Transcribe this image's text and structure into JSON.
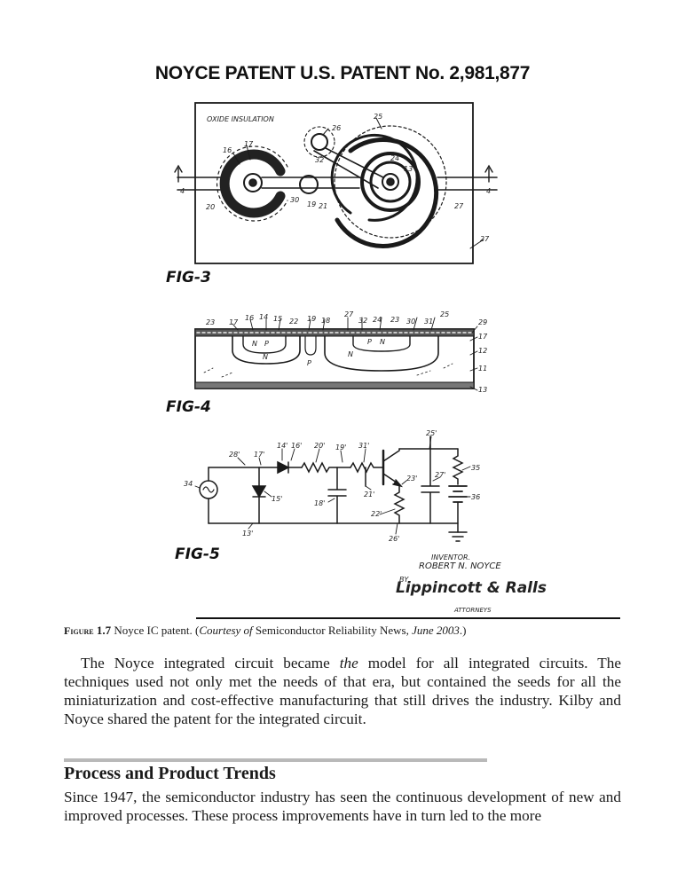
{
  "figure": {
    "title": "NOYCE PATENT U.S. PATENT No. 2,981,877",
    "fig3": {
      "label": "FIG-3",
      "annotation": "OXIDE INSULATION",
      "refs": [
        "16",
        "17",
        "26",
        "25",
        "32",
        "24",
        "13",
        "20",
        "30",
        "19",
        "21",
        "27",
        "4",
        "4",
        "27"
      ]
    },
    "fig4": {
      "label": "FIG-4",
      "refs": [
        "23",
        "17",
        "16",
        "14",
        "15",
        "22",
        "19",
        "18",
        "27",
        "32",
        "24",
        "23",
        "30",
        "31",
        "25",
        "29",
        "17",
        "12",
        "11",
        "13",
        "N",
        "P",
        "N",
        "P",
        "N",
        "P",
        "N"
      ]
    },
    "fig5": {
      "label": "FIG-5",
      "refs": [
        "28'",
        "17'",
        "14'",
        "16'",
        "20'",
        "19'",
        "31'",
        "25'",
        "35",
        "34",
        "15'",
        "18'",
        "21'",
        "23'",
        "27'",
        "36",
        "22'",
        "13'",
        "26'"
      ]
    },
    "signature": {
      "inventor_label": "INVENTOR.",
      "inventor_name": "ROBERT N. NOYCE",
      "by": "BY",
      "firm": "Lippincott & Ralls",
      "attorneys": "ATTORNEYS"
    }
  },
  "caption": {
    "figure_word": "Figure",
    "figure_number": "1.7",
    "text": "Noyce IC patent.",
    "courtesy": "Courtesy of",
    "source": "Semiconductor Reliability News,",
    "date": "June 2003",
    "close": ".)"
  },
  "paragraph1": {
    "before": "The Noyce integrated circuit became ",
    "emphasis": "the",
    "after": " model for all integrated circuits. The techniques used not only met the needs of that era, but contained the seeds for all the miniaturization and cost-effective manufacturing that still drives the industry. Kilby and Noyce shared the patent for the integrated circuit."
  },
  "section": {
    "heading": "Process and Product Trends",
    "text": "Since 1947, the semiconductor industry has seen the continuous development of new and improved processes. These process improvements have in turn led to the more"
  }
}
